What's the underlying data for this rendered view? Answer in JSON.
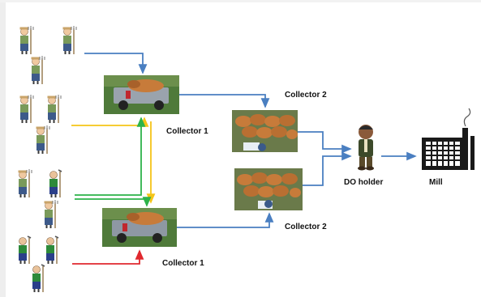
{
  "labels": {
    "collector1_top": "Collector 1",
    "collector1_bottom": "Collector 1",
    "collector2_top": "Collector 2",
    "collector2_bottom": "Collector 2",
    "do_holder": "DO holder",
    "mill": "Mill"
  },
  "colors": {
    "blue": "#4a7fc1",
    "yellow": "#f5c518",
    "green": "#2db34a",
    "red": "#e0282e",
    "pale_truck_body": "#9aa3ad",
    "fruit": "#c77b3a",
    "foliage": "#4f7a3a"
  },
  "icons": {
    "farmers": "farmer-figures",
    "trucks": "pickup-truck-with-palm-fruit",
    "lorries": "lorry-with-fruit-bunches",
    "do_holder": "man-in-suit",
    "mill": "factory-icon"
  }
}
